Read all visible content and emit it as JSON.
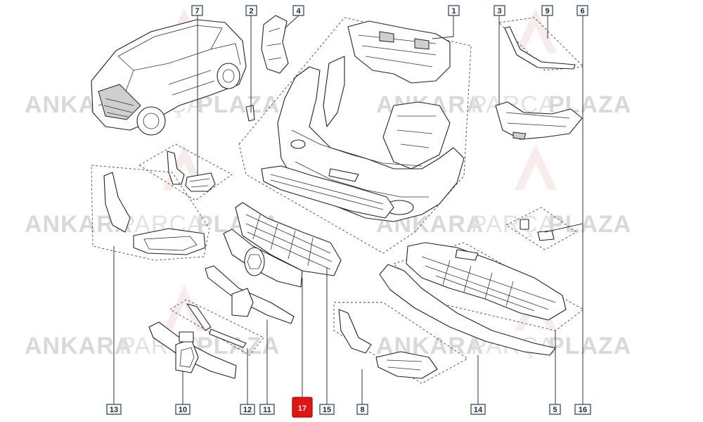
{
  "watermark": {
    "w1": "ANKARA",
    "w2": "PARÇA",
    "w3": "PLAZA"
  },
  "callouts": [
    {
      "id": "c1",
      "label": "1"
    },
    {
      "id": "c2",
      "label": "2"
    },
    {
      "id": "c3",
      "label": "3"
    },
    {
      "id": "c4",
      "label": "4"
    },
    {
      "id": "c5",
      "label": "5"
    },
    {
      "id": "c6",
      "label": "6"
    },
    {
      "id": "c7",
      "label": "7"
    },
    {
      "id": "c8",
      "label": "8"
    },
    {
      "id": "c9",
      "label": "9"
    },
    {
      "id": "c10",
      "label": "10"
    },
    {
      "id": "c11",
      "label": "11"
    },
    {
      "id": "c12",
      "label": "12"
    },
    {
      "id": "c13",
      "label": "13"
    },
    {
      "id": "c14",
      "label": "14"
    },
    {
      "id": "c15",
      "label": "15"
    },
    {
      "id": "c16",
      "label": "16"
    },
    {
      "id": "c17",
      "label": "17",
      "highlighted": true
    }
  ],
  "colors": {
    "highlight": "#e11414",
    "line": "#222222",
    "watermark": "#d9d9d9"
  }
}
